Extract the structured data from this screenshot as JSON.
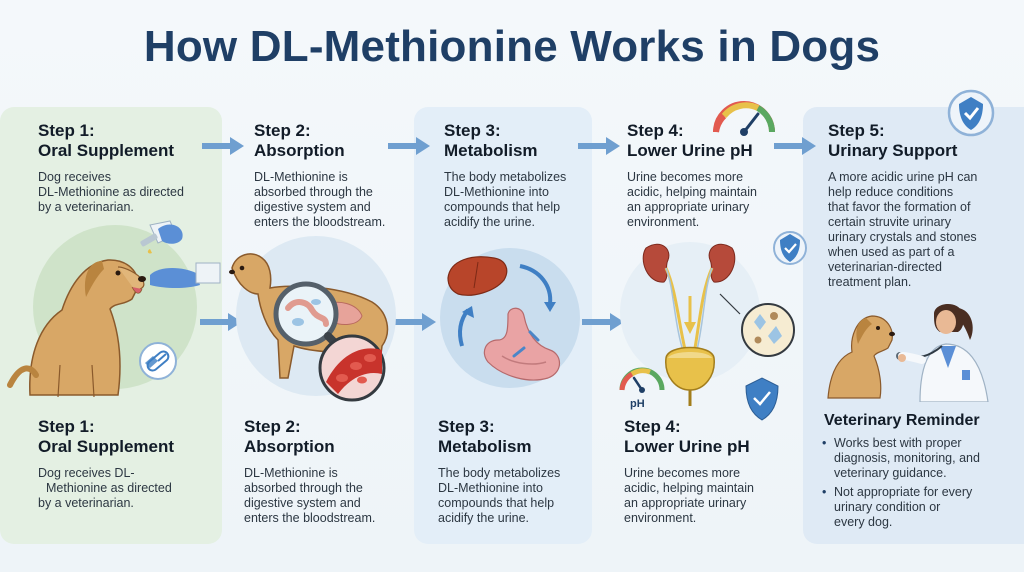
{
  "title": "How DL-Methionine Works in Dogs",
  "colors": {
    "title": "#1f3f66",
    "arrow": "#6f9fd0",
    "panel_green": "#e4f0e3",
    "panel_blue": "#e3eef8",
    "shield": "#3f7fc4",
    "liver": "#b8452a",
    "kidney": "#b64a3a",
    "blood": "#c8332c",
    "dog_fur": "#d8a766"
  },
  "icons": [
    "arrow-right-icon",
    "capsule-icon",
    "magnifier-icon",
    "liver-icon",
    "stomach-icon",
    "cycle-arrows-icon",
    "kidney-icon",
    "bladder-icon",
    "ph-gauge-icon",
    "shield-check-icon",
    "crystal-icon",
    "vet-icon",
    "dog-icon"
  ],
  "steps_top": [
    {
      "num": "Step 1:",
      "name": "Oral Supplement",
      "desc": [
        "Dog receives",
        "DL-Methionine as directed",
        "by a veterinarian."
      ]
    },
    {
      "num": "Step 2:",
      "name": "Absorption",
      "desc": [
        "DL-Methionine is",
        "absorbed through the",
        "digestive system and",
        "enters the bloodstream."
      ]
    },
    {
      "num": "Step 3:",
      "name": "Metabolism",
      "desc": [
        "The body metabolizes",
        "DL-Methionine into",
        "compounds that help",
        "acidify the urine."
      ]
    },
    {
      "num": "Step 4:",
      "name": "Lower Urine pH",
      "desc": [
        "Urine becomes more",
        "acidic, helping maintain",
        "an appropriate urinary",
        "environment."
      ]
    },
    {
      "num": "Step 5:",
      "name": "Urinary Support",
      "desc": [
        "A more acidic urine pH can",
        "help reduce conditions",
        "that favor the formation of",
        "certain struvite urinary",
        "urinary crystals and stones",
        "when used as part of a",
        "veterinarian-directed",
        "treatment plan."
      ]
    }
  ],
  "steps_bottom": [
    {
      "num": "Step 1:",
      "name": "Oral Supplement",
      "desc": [
        "Dog receives DL-",
        "Methionine as directed",
        "by a veterinarian."
      ]
    },
    {
      "num": "Step 2:",
      "name": "Absorption",
      "desc": [
        "DL-Methionine is",
        "absorbed through the",
        "digestive system and",
        "enters the bloodstream."
      ]
    },
    {
      "num": "Step 3:",
      "name": "Metabolism",
      "desc": [
        "The body metabolizes",
        "DL-Methionine into",
        "compounds that help",
        "acidify the urine."
      ]
    },
    {
      "num": "Step 4:",
      "name": "Lower Urine pH",
      "desc": [
        "Urine becomes more",
        "acidic, helping maintain",
        "an appropriate urinary",
        "environment."
      ]
    }
  ],
  "ph_label": "pH",
  "reminder": {
    "title": "Veterinary Reminder",
    "items": [
      [
        "Works best with proper",
        "diagnosis, monitoring, and",
        "veterinary guidance."
      ],
      [
        "Not appropriate for every",
        "urinary condition or",
        "every dog."
      ]
    ]
  }
}
